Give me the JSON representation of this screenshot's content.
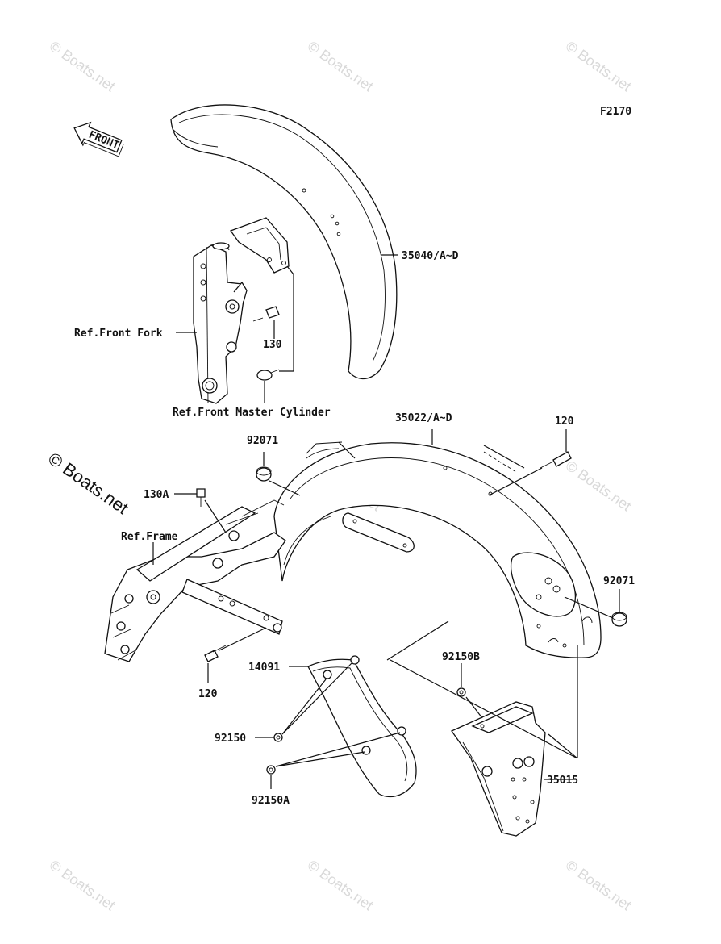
{
  "diagram": {
    "code": "F2170",
    "front_arrow_label": "FRONT",
    "callouts": {
      "front_fender": "35040/A~D",
      "bolt_130": "130",
      "ref_front_fork": "Ref.Front Fork",
      "ref_front_master_cylinder": "Ref.Front Master Cylinder",
      "rear_fender": "35022/A~D",
      "bolt_120_top": "120",
      "grommet_92071_left": "92071",
      "bolt_130a": "130A",
      "ref_frame": "Ref.Frame",
      "grommet_92071_right": "92071",
      "bolt_120_bottom": "120",
      "flap_14091": "14091",
      "bolt_92150b": "92150B",
      "bolt_92150": "92150",
      "bolt_92150a": "92150A",
      "bracket_35015": "35015"
    },
    "watermarks": {
      "small": "© Boats.net",
      "large": "© Boats.net"
    }
  }
}
